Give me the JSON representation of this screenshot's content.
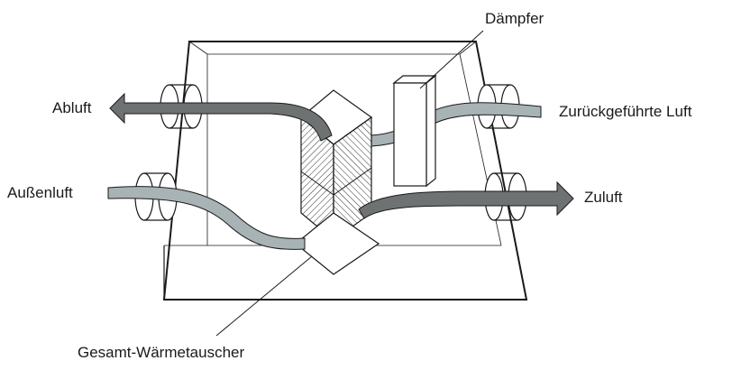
{
  "labels": {
    "exhaust_air": "Abluft",
    "outdoor_air": "Außenluft",
    "damper": "Dämpfer",
    "return_air": "Zurückgeführte Luft",
    "supply_air": "Zuluft",
    "heat_exchanger": "Gesamt-Wärmetauscher"
  },
  "colors": {
    "outline": "#1a1a1a",
    "exhaust_arrow": "#6f7272",
    "fresh_air_stream": "#a7b3b5",
    "supply_arrow": "#6f7272",
    "box_fill": "#ffffff"
  }
}
